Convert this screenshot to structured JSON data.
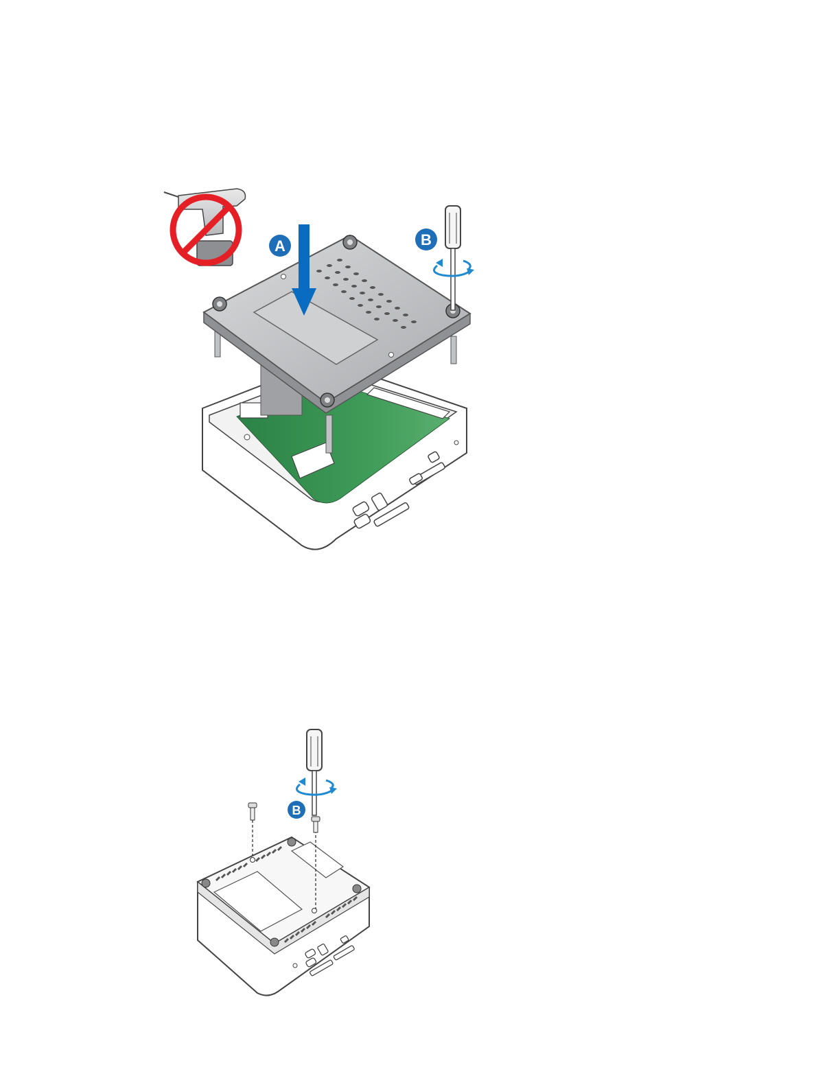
{
  "figures": [
    {
      "callouts": [
        "A",
        "B"
      ],
      "icons": [
        "no-power-drill-icon",
        "screwdriver-icon",
        "rotation-arrow-icon",
        "down-arrow-icon"
      ],
      "colors": {
        "callout": "#1f6fb8",
        "arrow": "#0a6cc0",
        "prohibit": "#e41f26",
        "board": "#2f8a4a"
      }
    },
    {
      "callouts": [
        "B"
      ],
      "icons": [
        "screwdriver-icon",
        "rotation-arrow-icon",
        "screw-icon"
      ],
      "colors": {
        "callout": "#1f6fb8"
      }
    }
  ]
}
